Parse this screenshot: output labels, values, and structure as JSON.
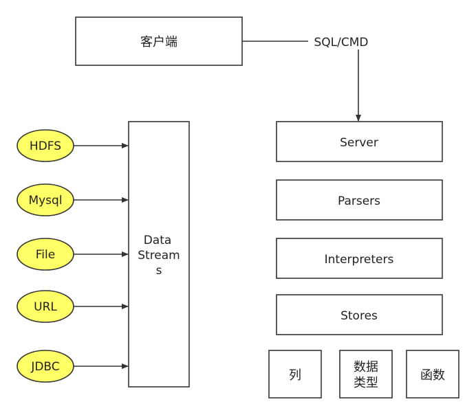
{
  "client": {
    "label": "客户端"
  },
  "connector": {
    "label": "SQL/CMD"
  },
  "server_stack": [
    {
      "label": "Server"
    },
    {
      "label": "Parsers"
    },
    {
      "label": "Interpreters"
    },
    {
      "label": "Stores"
    }
  ],
  "bottom_boxes": [
    {
      "lines": [
        "列"
      ]
    },
    {
      "lines": [
        "数据",
        "类型"
      ]
    },
    {
      "lines": [
        "函数"
      ]
    }
  ],
  "data_streams": {
    "lines": [
      "Data",
      "Stream",
      "s"
    ]
  },
  "sources": [
    {
      "label": "HDFS"
    },
    {
      "label": "Mysql"
    },
    {
      "label": "File"
    },
    {
      "label": "URL"
    },
    {
      "label": "JDBC"
    }
  ],
  "colors": {
    "source_fill": "#ffff66",
    "stroke": "#333333"
  }
}
